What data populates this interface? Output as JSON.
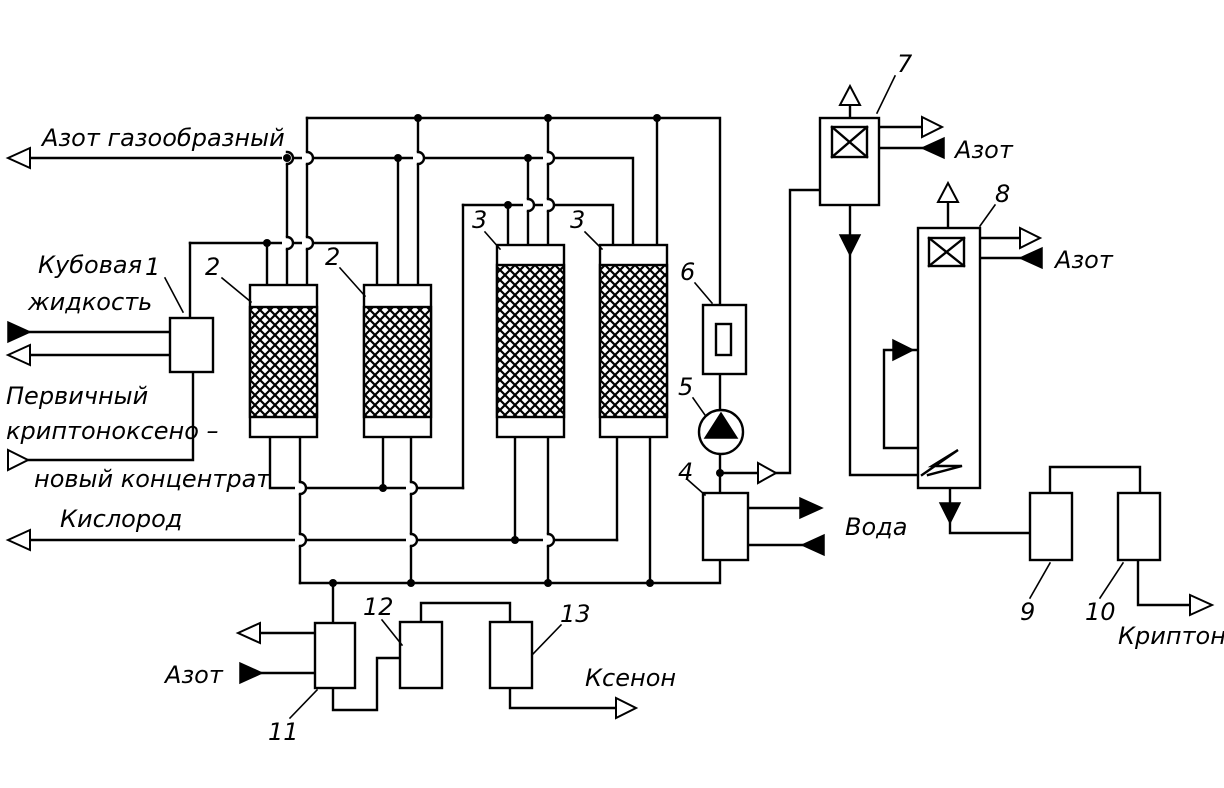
{
  "labels": {
    "nitrogen_gas": "Азот газообразный",
    "bottoms_liquid_1": "Кубовая",
    "bottoms_liquid_2": "жидкость",
    "primary_concentrate_1": "Первичный",
    "primary_concentrate_2": "криптоноксено –",
    "primary_concentrate_3": "новый концентрат",
    "oxygen": "Кислород",
    "nitrogen_7": "Азот",
    "nitrogen_8": "Азот",
    "water": "Вода",
    "nitrogen_11": "Азот",
    "xenon": "Ксенон",
    "krypton": "Криптон"
  },
  "numbers": {
    "n1": "1",
    "n2a": "2",
    "n2b": "2",
    "n3a": "3",
    "n3b": "3",
    "n4": "4",
    "n5": "5",
    "n6": "6",
    "n7": "7",
    "n8": "8",
    "n9": "9",
    "n10": "10",
    "n11": "11",
    "n12": "12",
    "n13": "13"
  }
}
